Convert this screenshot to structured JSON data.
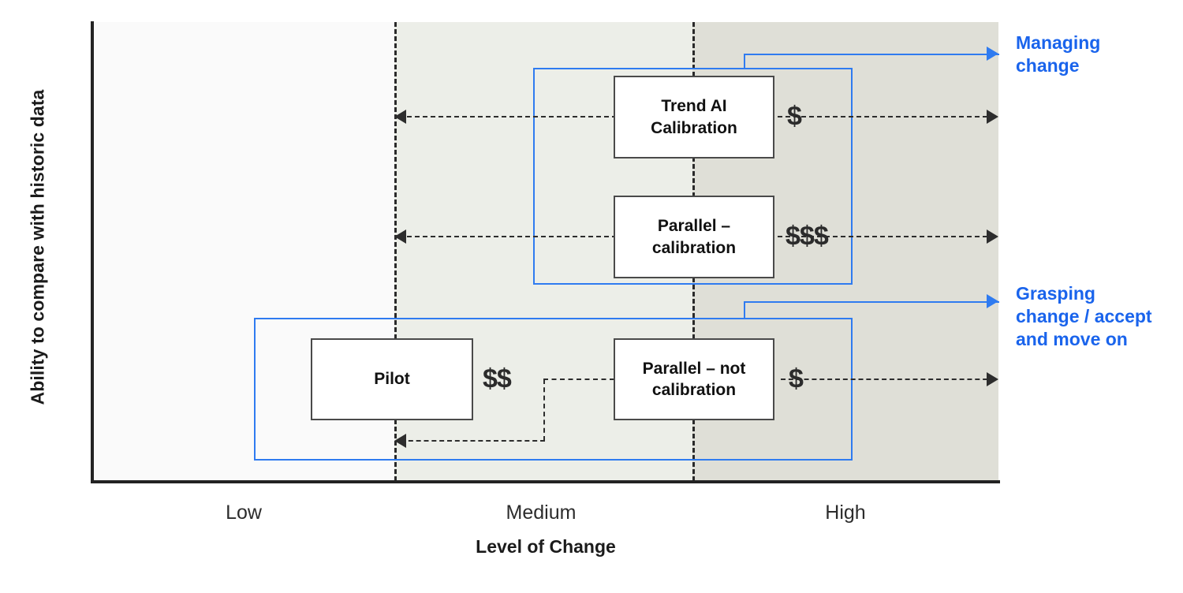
{
  "chart_data": {
    "type": "diagram",
    "title": "",
    "xlabel": "Level of Change",
    "ylabel": "Ability to compare with historic data",
    "x_ticks": [
      "Low",
      "Medium",
      "High"
    ],
    "background_bands": [
      {
        "label": "Low",
        "color": "#fafafa"
      },
      {
        "label": "Medium",
        "color": "#eceee8"
      },
      {
        "label": "High",
        "color": "#dfdfd7"
      }
    ],
    "nodes": [
      {
        "id": "trend-ai-calibration",
        "label": "Trend AI\nCalibration",
        "cost": "$",
        "x_band": "Medium-High",
        "y_level": "high"
      },
      {
        "id": "parallel-calibration",
        "label": "Parallel –\ncalibration",
        "cost": "$$$",
        "x_band": "Medium-High",
        "y_level": "high"
      },
      {
        "id": "pilot",
        "label": "Pilot",
        "cost": "$$",
        "x_band": "Low-Medium",
        "y_level": "low"
      },
      {
        "id": "parallel-not-calibration",
        "label": "Parallel – not\ncalibration",
        "cost": "$",
        "x_band": "Medium-High",
        "y_level": "low"
      }
    ],
    "groups": [
      {
        "id": "managing-change",
        "caption": "Managing change"
      },
      {
        "id": "grasping-change",
        "caption": "Grasping change / accept and move on"
      }
    ],
    "accent_color": "#1a64ec",
    "axis_color": "#232323"
  },
  "axes": {
    "y_title": "Ability to compare with historic data",
    "x_title": "Level of Change",
    "ticks": {
      "low": "Low",
      "medium": "Medium",
      "high": "High"
    }
  },
  "boxes": {
    "trend_ai": {
      "line1": "Trend AI",
      "line2": "Calibration",
      "cost": "$"
    },
    "parallel_calibration": {
      "line1": "Parallel –",
      "line2": "calibration",
      "cost": "$$$"
    },
    "pilot": {
      "line1": "Pilot",
      "line2": "",
      "cost": "$$"
    },
    "parallel_not_calibration": {
      "line1": "Parallel – not",
      "line2": "calibration",
      "cost": "$"
    }
  },
  "captions": {
    "managing_change": {
      "line1": "Managing",
      "line2": "change"
    },
    "grasping_change": {
      "line1": "Grasping",
      "line2": "change / accept",
      "line3": "and move on"
    }
  },
  "colors": {
    "accent_blue": "#1a64ec",
    "group_blue": "#2f7bf0",
    "axis": "#232323",
    "band_low": "#fafafa",
    "band_medium": "#eceee8",
    "band_high": "#dfdfd7"
  }
}
